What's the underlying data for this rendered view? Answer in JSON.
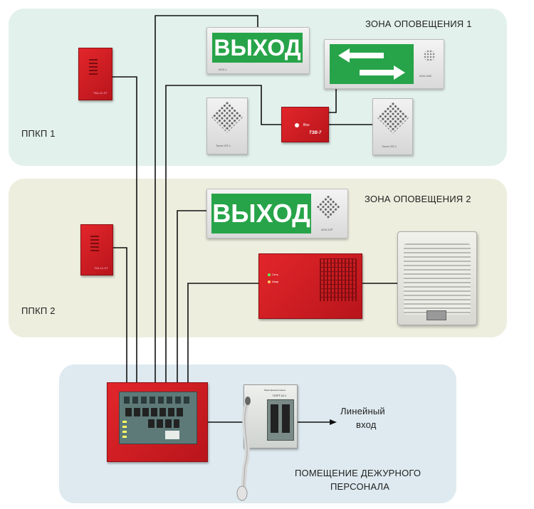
{
  "zones": {
    "zone1_title": "ЗОНА ОПОВЕЩЕНИЯ 1",
    "zone2_title": "ЗОНА ОПОВЕЩЕНИЯ 2",
    "ppkp1": "ППКП 1",
    "ppkp2": "ППКП 2",
    "control_room_line1": "ПОМЕЩЕНИЕ ДЕЖУРНОГО",
    "control_room_line2": "ПЕРСОНАЛА",
    "line_input_line1": "Линейный",
    "line_input_line2": "вход"
  },
  "devices": {
    "exit_sign_text": "ВЫХОД",
    "exit_sign_model": "АО0-1",
    "arrow_sign_model": "АО0-1МС",
    "exit_sign2_model": "АО0-12Р",
    "speaker1_model": "Танго ОП-1",
    "speaker2_model": "Танго ОП-1",
    "converter_label": "ТЗВ-7",
    "converter_brand": "Bos",
    "panel_label": "ТКА-12-ST",
    "panel2_label": "ТКА-12-ST",
    "amp_labels": [
      "Сеть",
      "Авар"
    ],
    "mic_panel_label": "ПОРТ-М-1",
    "mic_panel_title": "Микрофонная панель"
  },
  "colors": {
    "zone1_bg": "#e3f1ec",
    "zone2_bg": "#eeeedf",
    "control_bg": "#deeaf0",
    "device_red": "#d32027",
    "exit_green": "#27a449",
    "wire": "#111111"
  }
}
